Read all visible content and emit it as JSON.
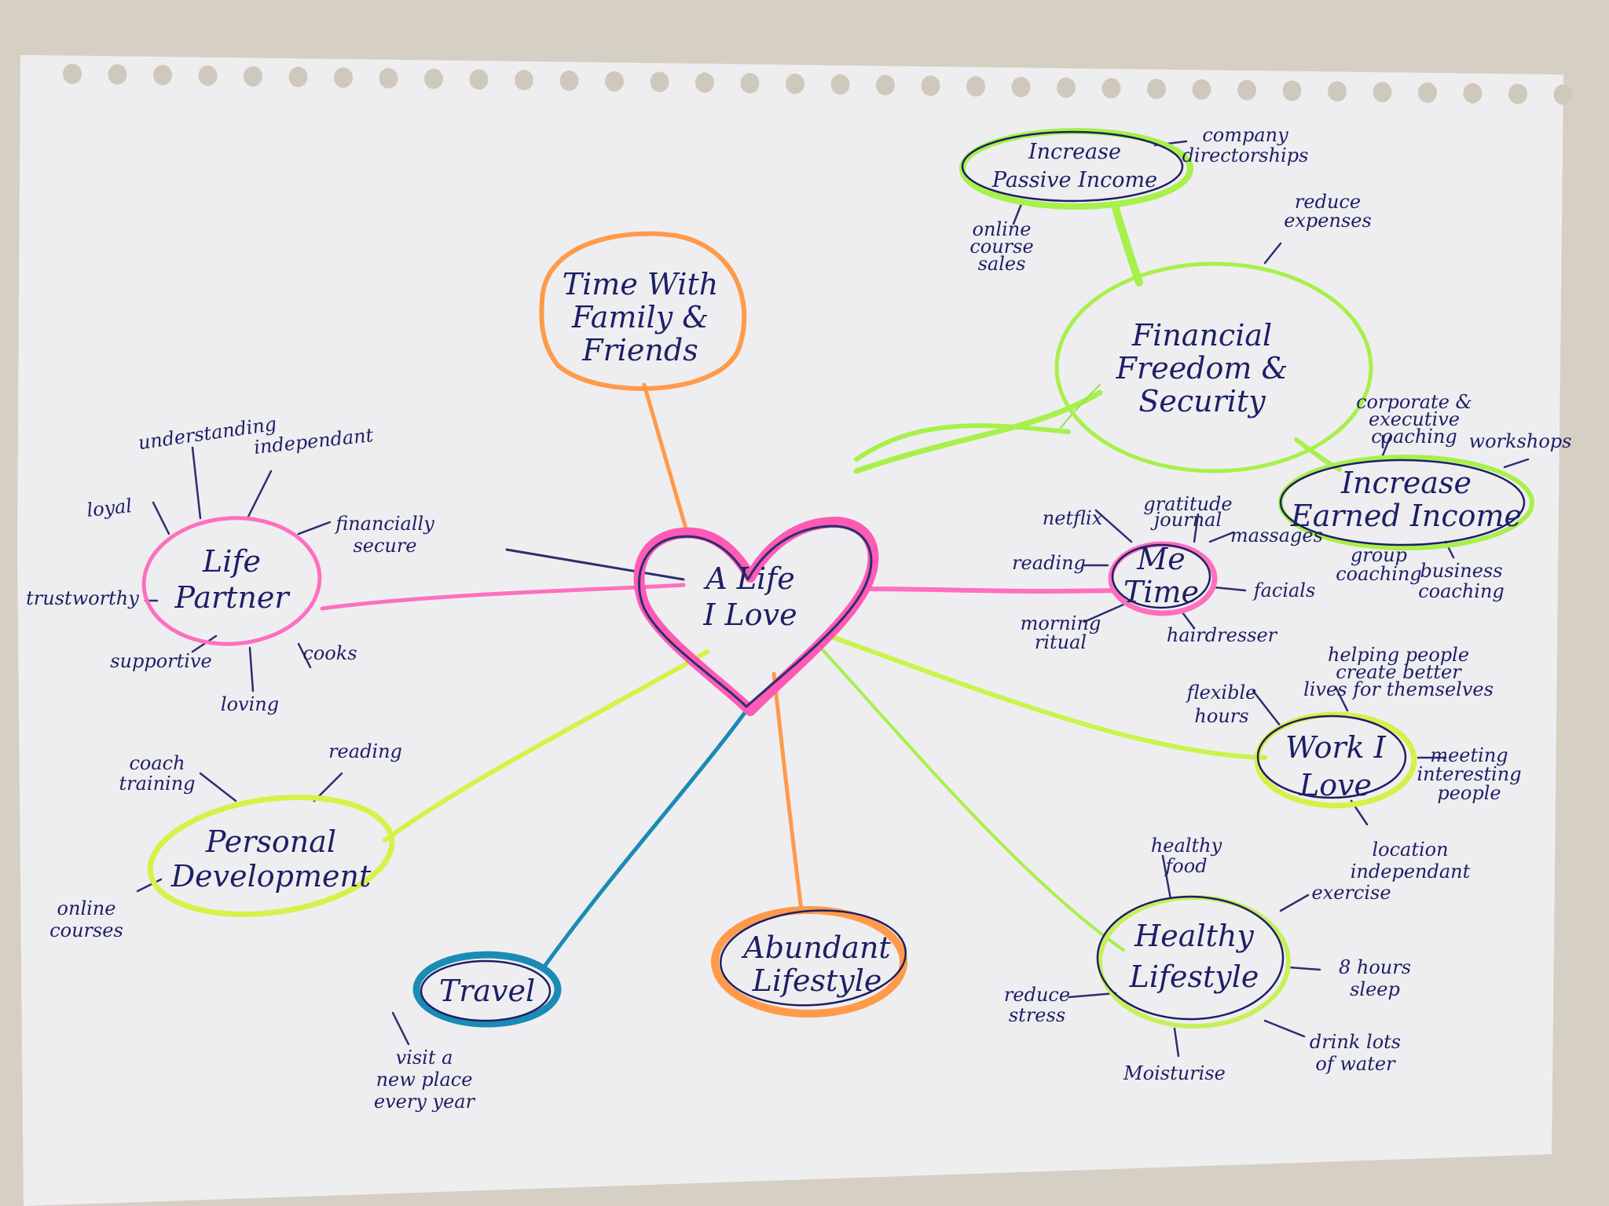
{
  "colors": {
    "paper": "#efeff1",
    "ink": "#1d1f66",
    "pink": "#ff5ab4",
    "orange": "#ff9a4a",
    "green": "#9cf24a",
    "yellow": "#e2f542",
    "blue": "#1a8bb5"
  },
  "center": {
    "lines": [
      "A  Life",
      "I  Love"
    ]
  },
  "nodes": {
    "family": {
      "lines": [
        "Time With",
        "Family &",
        "Friends"
      ]
    },
    "partner": {
      "lines": [
        "Life",
        "Partner"
      ]
    },
    "personal": {
      "lines": [
        "Personal",
        "Development"
      ]
    },
    "travel": {
      "lines": [
        "Travel"
      ]
    },
    "abundant": {
      "lines": [
        "Abundant",
        "Lifestyle"
      ]
    },
    "healthy": {
      "lines": [
        "Healthy",
        "Lifestyle"
      ]
    },
    "work": {
      "lines": [
        "Work I",
        "Love"
      ]
    },
    "metime": {
      "lines": [
        "Me",
        "Time"
      ]
    },
    "financial": {
      "lines": [
        "Financial",
        "Freedom &",
        "Security"
      ]
    },
    "passive": {
      "lines": [
        "Increase",
        "Passive Income"
      ]
    },
    "earned": {
      "lines": [
        "Increase",
        "Earned Income"
      ]
    }
  },
  "leaves": {
    "partner": [
      "understanding",
      "independant",
      "loyal",
      "financially secure",
      "trustworthy",
      "supportive",
      "cooks",
      "loving"
    ],
    "personal": [
      "coach training",
      "reading",
      "online courses"
    ],
    "travel": [
      "visit a new place every year"
    ],
    "healthy": [
      "healthy food",
      "exercise",
      "8 hours sleep",
      "reduce stress",
      "drink lots of water",
      "Moisturise"
    ],
    "work": [
      "flexible hours",
      "helping people create better lives for themselves",
      "meeting interesting people",
      "location independant"
    ],
    "metime": [
      "netflix",
      "gratitude journal",
      "massages",
      "reading",
      "facials",
      "morning ritual",
      "hairdresser"
    ],
    "passive": [
      "company directorships",
      "online course sales"
    ],
    "financial": [
      "reduce expenses"
    ],
    "earned": [
      "corporate & executive coaching",
      "workshops",
      "group coaching",
      "business coaching"
    ]
  }
}
